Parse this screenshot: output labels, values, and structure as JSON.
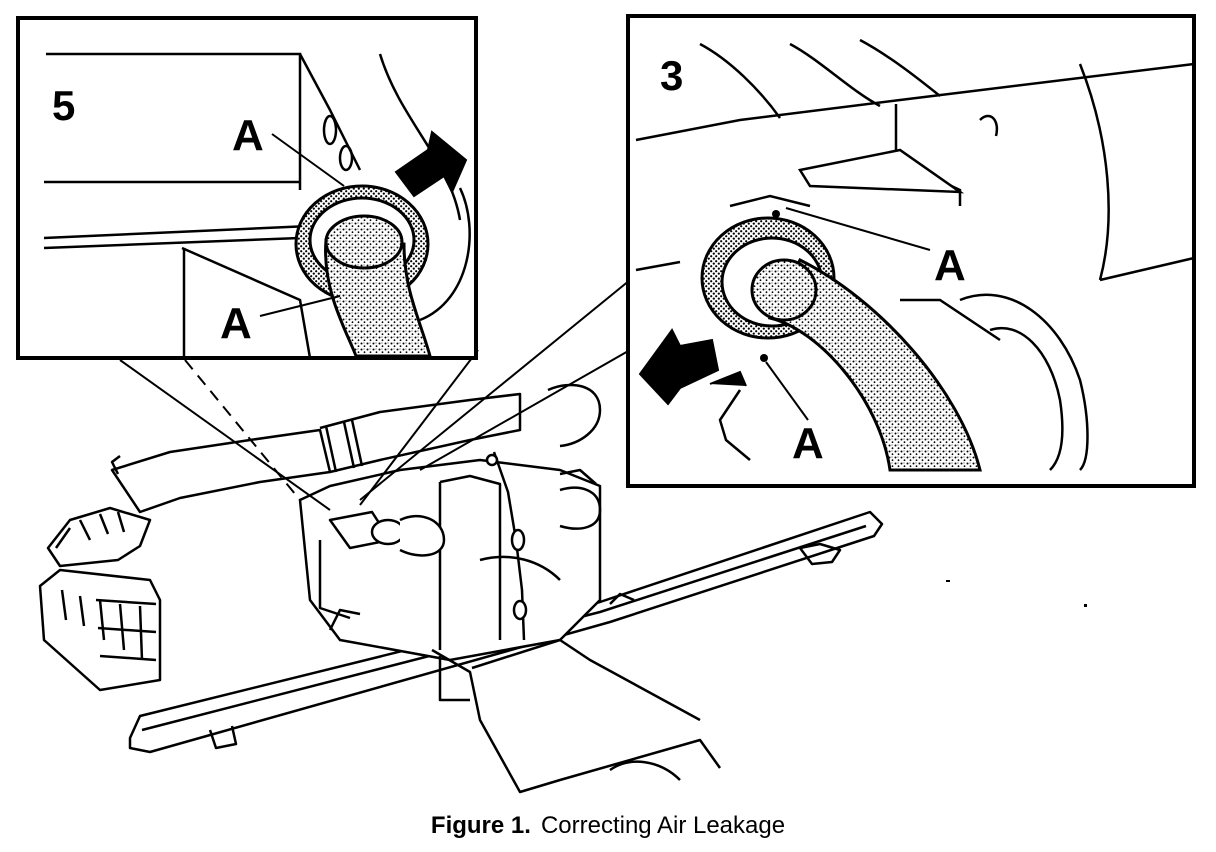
{
  "figure": {
    "caption_number": "Figure 1.",
    "caption_text": "Correcting Air Leakage"
  },
  "detail_left": {
    "number": "5",
    "labels": [
      "A",
      "A"
    ]
  },
  "detail_right": {
    "number": "3",
    "labels": [
      "A",
      "A"
    ]
  }
}
